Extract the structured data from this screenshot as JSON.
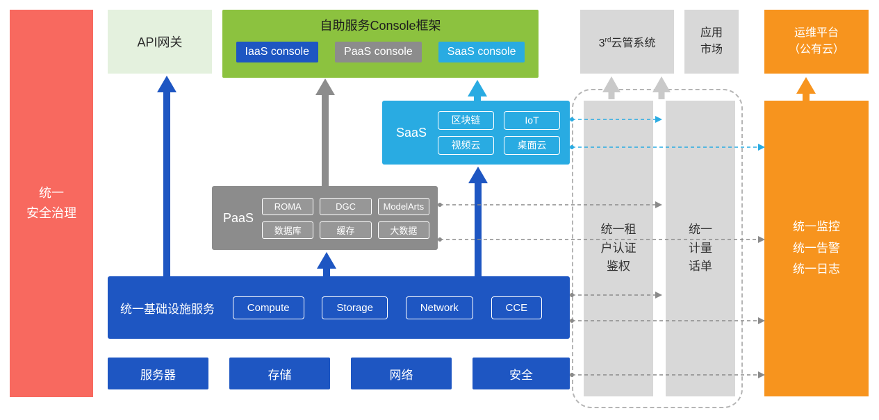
{
  "colors": {
    "blue": "#1E56C2",
    "cyan": "#29ABE2",
    "gray": "#8C8C8C",
    "light_gray": "#D8D8D8",
    "green": "#8CC23F",
    "light_green": "#E4F1DE",
    "orange": "#F7941E",
    "coral_red": "#F8695F",
    "dashed_border": "#B5B5B5"
  },
  "security_bar": {
    "label": "统一\n安全治理"
  },
  "top_row": {
    "api_gateway": {
      "label": "API网关"
    },
    "console_framework": {
      "title": "自助服务Console框架",
      "consoles": [
        "IaaS console",
        "PaaS console",
        "SaaS console"
      ]
    },
    "third_party_cmp": {
      "base": "3",
      "sup": "rd",
      "rest": "云管系统"
    },
    "app_market": {
      "label": "应用\n市场"
    },
    "om_platform": {
      "label": "运维平台\n（公有云）"
    }
  },
  "saas": {
    "label": "SaaS",
    "items": [
      "区块链",
      "IoT",
      "视频云",
      "桌面云"
    ]
  },
  "paas": {
    "label": "PaaS",
    "items": [
      "ROMA",
      "DGC",
      "ModelArts",
      "数据库",
      "缓存",
      "大数据"
    ]
  },
  "iaas": {
    "label": "统一基础设施服务",
    "items": [
      "Compute",
      "Storage",
      "Network",
      "CCE"
    ]
  },
  "hardware_row": {
    "items": [
      "服务器",
      "存储",
      "网络",
      "安全"
    ]
  },
  "right_panel": {
    "tenant_auth": {
      "label": "统一租\n户认证\n鉴权"
    },
    "metering": {
      "label": "统一\n计量\n话单"
    },
    "monitoring": {
      "label": "统一监控\n统一告警\n统一日志"
    }
  }
}
